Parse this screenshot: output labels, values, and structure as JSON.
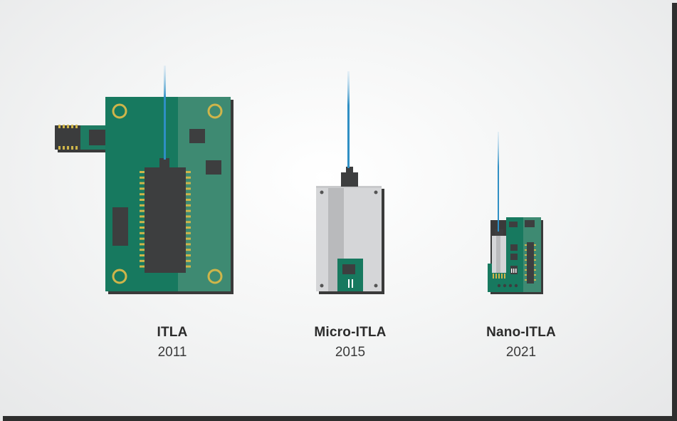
{
  "products": [
    {
      "name": "ITLA",
      "year": "2011"
    },
    {
      "name": "Micro-ITLA",
      "year": "2015"
    },
    {
      "name": "Nano-ITLA",
      "year": "2021"
    }
  ],
  "icons": {
    "itla": "itla-module-icon",
    "micro": "micro-itla-module-icon",
    "nano": "nano-itla-module-icon"
  },
  "colors": {
    "pcb_dark": "#17795f",
    "pcb_light": "#3e8a72",
    "chip": "#3d3e3f",
    "gold": "#cfb54a",
    "fiber": "#2f8fc4",
    "metal_light": "#d5d6d8",
    "metal_mid": "#b9babc",
    "frame_shadow": "#2e2e2e"
  }
}
